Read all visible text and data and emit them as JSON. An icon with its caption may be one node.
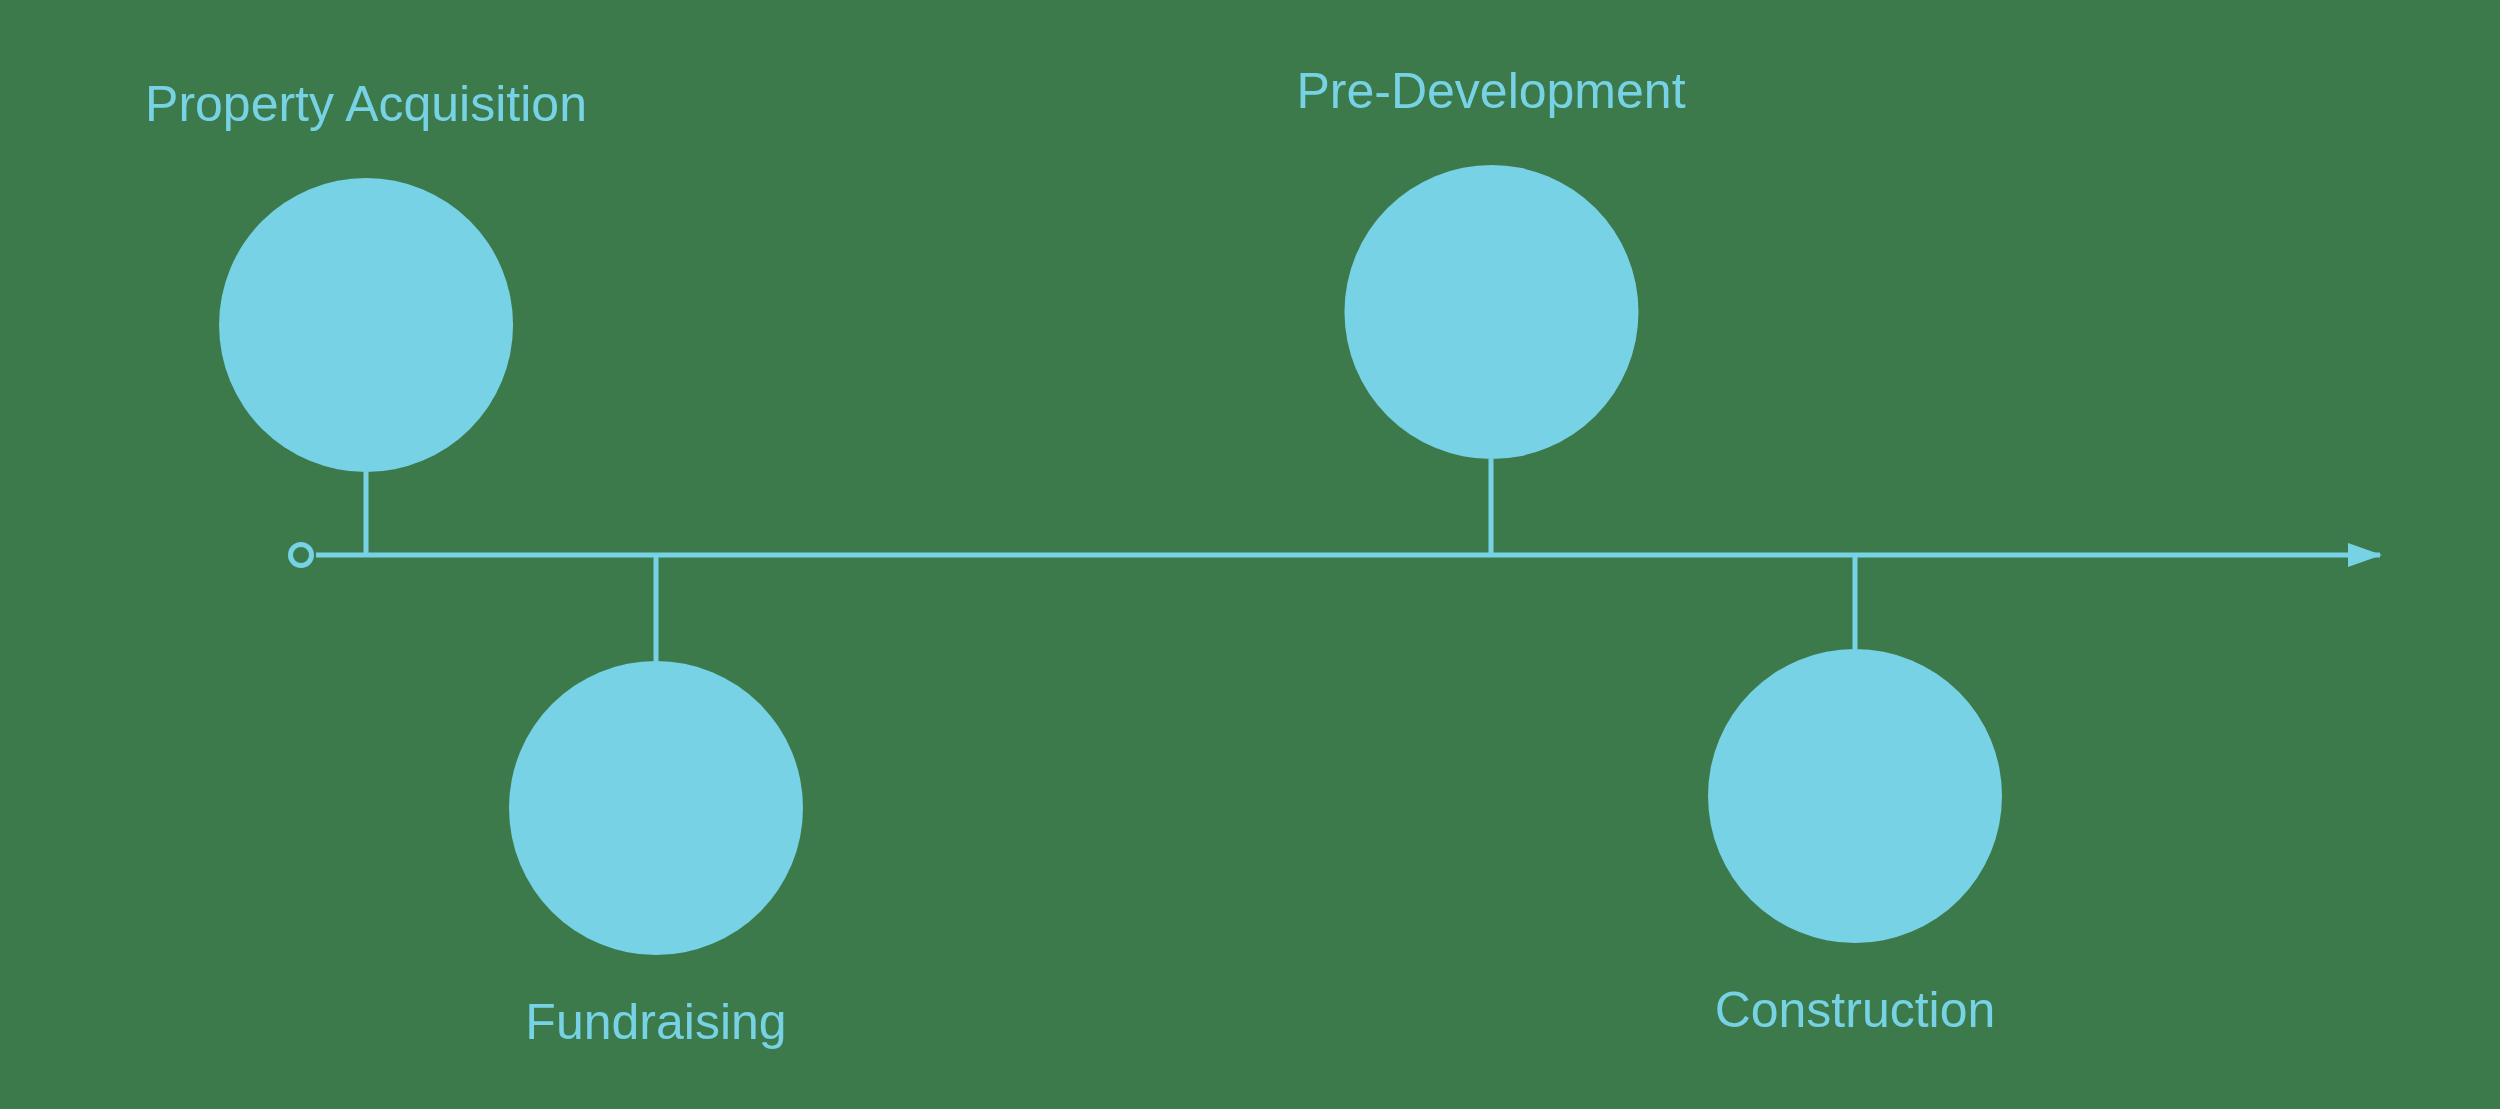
{
  "diagram": {
    "nodes": [
      {
        "text": [
          "Property Acquisition"
        ]
      },
      {
        "text": [
          "Fundraising"
        ]
      },
      {
        "text": [
          "Pre-Development"
        ]
      },
      {
        "text": [
          "Construction"
        ]
      },
      {
        "text": [],
        "shape": "circle"
      }
    ],
    "edges": [
      {
        "from": 4,
        "to": null,
        "arrow": "to"
      },
      {
        "from": 0,
        "to": null,
        "arrow": "none"
      },
      {
        "from": 1,
        "to": null,
        "arrow": "none"
      },
      {
        "from": 2,
        "to": null,
        "arrow": "none"
      },
      {
        "from": 3,
        "to": null,
        "arrow": "none"
      }
    ]
  }
}
